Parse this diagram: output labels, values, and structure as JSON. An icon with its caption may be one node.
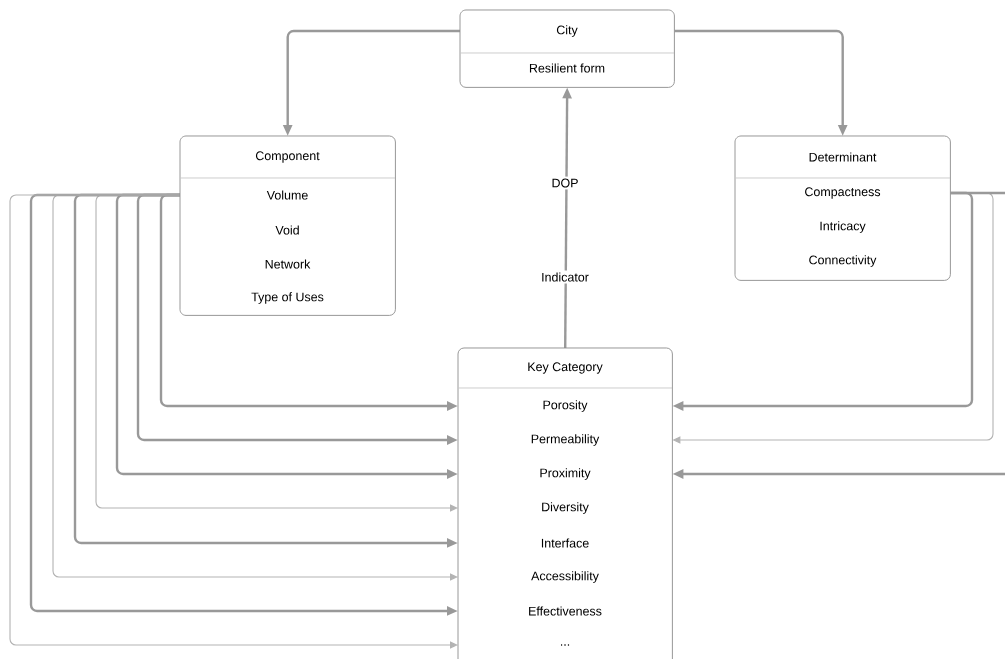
{
  "diagram": {
    "nodes": [
      {
        "text": [
          "City",
          "Resilient form"
        ]
      },
      {
        "text": [
          "Component",
          "Volume",
          "Void",
          "Network",
          "Type of Uses"
        ]
      },
      {
        "text": [
          "Determinant",
          "Compactness",
          "Intricacy",
          "Connectivity"
        ]
      },
      {
        "text": [
          "Key Category",
          "Porosity",
          "Permeability",
          "Proximity",
          "Diversity",
          "Interface",
          "Accessibility",
          "Effectiveness",
          "..."
        ]
      }
    ],
    "edges": [
      {
        "from": 0,
        "to": 1,
        "arrow": "to"
      },
      {
        "from": 0,
        "to": 2,
        "arrow": "to"
      },
      {
        "from": 3,
        "to": 0,
        "arrow": "to",
        "label": "DOP"
      },
      {
        "from": 1,
        "to": 3,
        "arrow": "to"
      },
      {
        "from": 1,
        "to": 3,
        "arrow": "to"
      },
      {
        "from": 1,
        "to": 3,
        "arrow": "to"
      },
      {
        "from": 1,
        "to": 3,
        "arrow": "to",
        "color": "#b3b3b3"
      },
      {
        "from": 1,
        "to": 3,
        "arrow": "to"
      },
      {
        "from": 1,
        "to": 3,
        "arrow": "to",
        "color": "#b3b3b3"
      },
      {
        "from": 1,
        "to": 3,
        "arrow": "to"
      },
      {
        "from": 1,
        "to": 3,
        "arrow": "to",
        "color": "#b3b3b3"
      },
      {
        "from": 2,
        "to": 3,
        "arrow": "to"
      },
      {
        "from": 2,
        "to": 3,
        "arrow": "to",
        "color": "#b3b3b3"
      },
      {
        "from": 2,
        "to": 3,
        "arrow": "to"
      }
    ],
    "labels": [
      "Indicator"
    ]
  }
}
